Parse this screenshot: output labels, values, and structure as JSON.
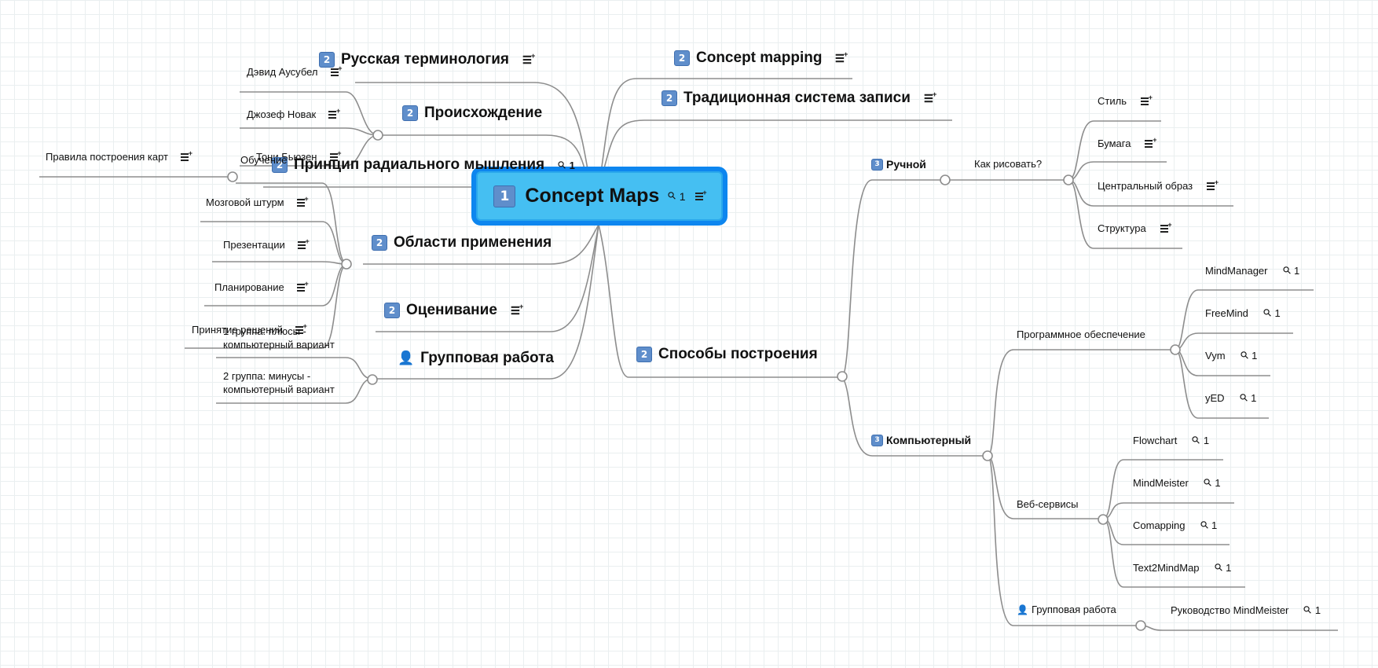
{
  "colors": {
    "root_fill": "#45bff2",
    "root_border": "#0d86ef",
    "connector": "#8d8d8d",
    "grid": "#eaeff0"
  },
  "root": {
    "title": "Concept Maps",
    "priority": "1",
    "links": "1",
    "icons": [
      "link-icon",
      "notes-icon"
    ]
  },
  "left": {
    "terminology": {
      "title": "Русская терминология",
      "priority": "2"
    },
    "origin": {
      "title": "Происхождение",
      "priority": "2",
      "people": [
        "Дэвид Аусубел",
        "Джозеф Новак",
        "Тони Бьюзен"
      ]
    },
    "radial": {
      "title": "Принцип радиального мышления",
      "priority": "2",
      "links": "1",
      "rules": "Правила построения карт"
    },
    "application": {
      "title": "Области применения",
      "priority": "2",
      "items": [
        "Обучение",
        "Мозговой штурм",
        "Презентации",
        "Планирование",
        "Принятие решений"
      ]
    },
    "assessment": {
      "title": "Оценивание",
      "priority": "2"
    },
    "group": {
      "title": "Групповая работа",
      "items": [
        "1 группа: плюсы - компьютерный вариант",
        "2 группа: минусы - компьютерный вариант"
      ]
    }
  },
  "right": {
    "concept_mapping": {
      "title": "Concept mapping",
      "priority": "2"
    },
    "traditional": {
      "title": "Традиционная система записи",
      "priority": "2"
    },
    "methods": {
      "title": "Способы построения",
      "priority": "2",
      "manual": {
        "title": "Ручной",
        "priority": "3",
        "how": "Как рисовать?",
        "items": [
          "Стиль",
          "Бумага",
          "Центральный образ",
          "Структура"
        ]
      },
      "computer": {
        "title": "Компьютерный",
        "priority": "3",
        "software": {
          "title": "Программное обеспечение",
          "items": [
            {
              "label": "MindManager",
              "links": "1"
            },
            {
              "label": "FreeMind",
              "links": "1"
            },
            {
              "label": "Vym",
              "links": "1"
            },
            {
              "label": "yED",
              "links": "1"
            }
          ]
        },
        "web": {
          "title": "Веб-сервисы",
          "items": [
            {
              "label": "Flowchart",
              "links": "1"
            },
            {
              "label": "MindMeister",
              "links": "1"
            },
            {
              "label": "Comapping",
              "links": "1"
            },
            {
              "label": "Text2MindMap",
              "links": "1"
            }
          ]
        },
        "group": {
          "title": "Групповая работа",
          "guide": "Руководство MindMeister",
          "links": "1"
        }
      }
    }
  }
}
